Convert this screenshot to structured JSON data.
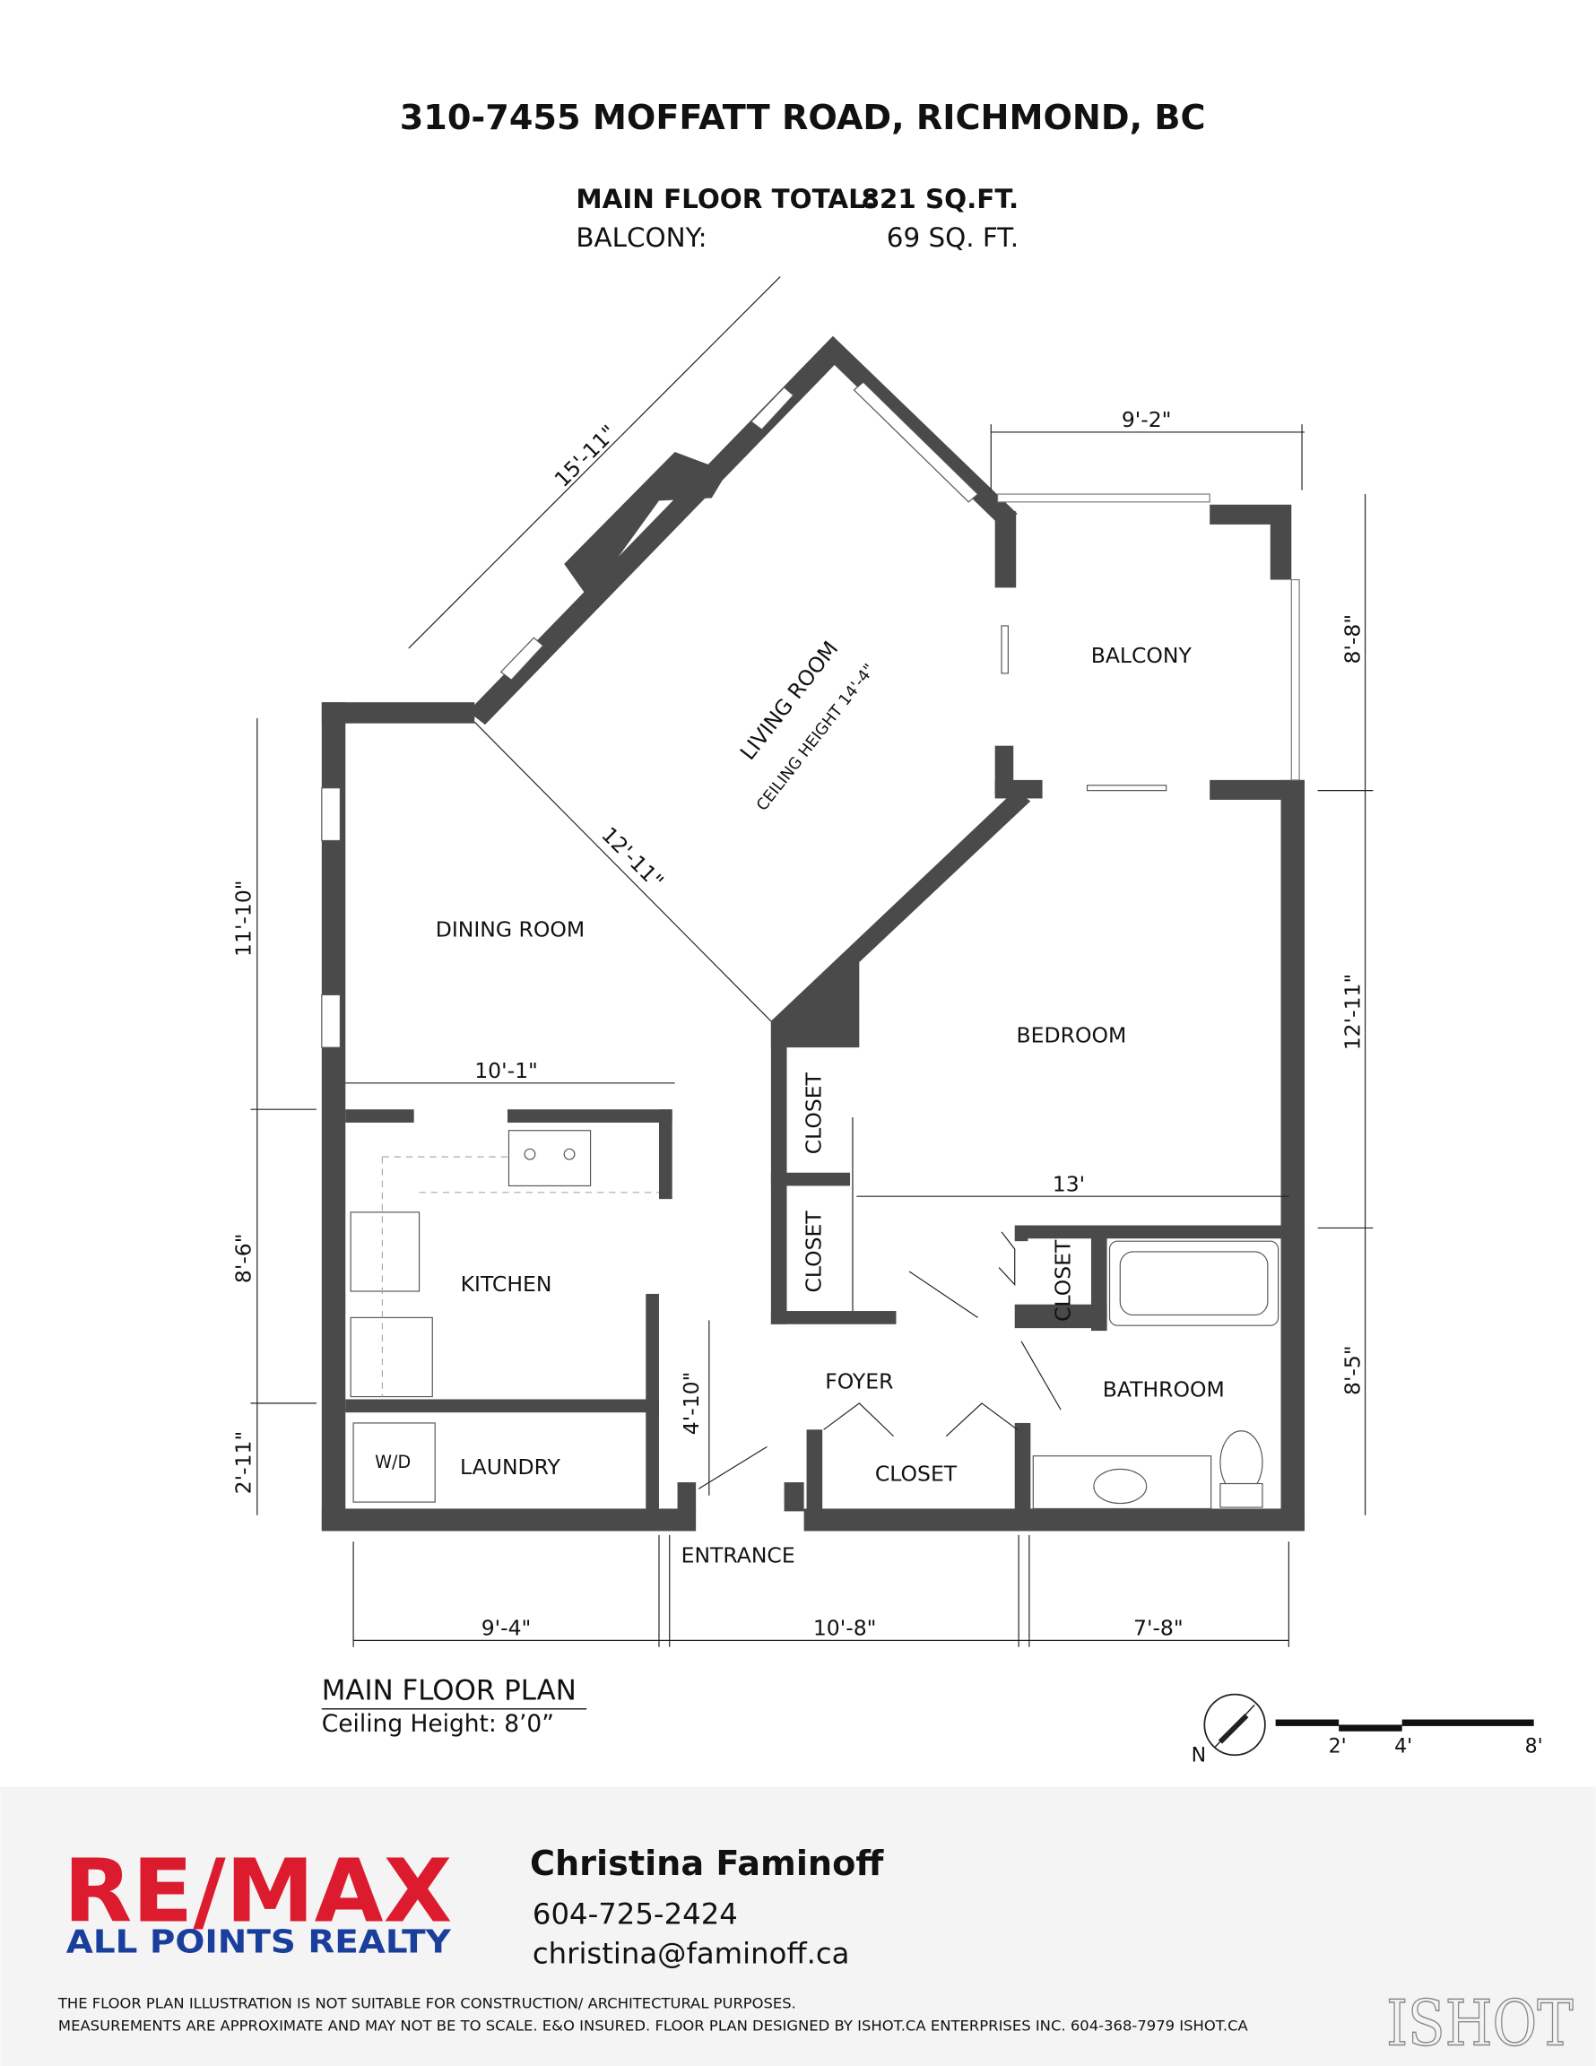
{
  "header": {
    "title": "310-7455 MOFFATT ROAD, RICHMOND, BC",
    "main_floor_label": "MAIN FLOOR TOTAL:",
    "main_floor_value": "821 SQ.FT.",
    "balcony_label": "BALCONY:",
    "balcony_value": "69 SQ. FT."
  },
  "rooms": {
    "living": "LIVING ROOM",
    "living_ceiling": "CEILING HEIGHT 14'-4\"",
    "dining": "DINING ROOM",
    "balcony": "BALCONY",
    "bedroom": "BEDROOM",
    "kitchen": "KITCHEN",
    "laundry": "LAUNDRY",
    "wd": "W/D",
    "closet1": "CLOSET",
    "closet2": "CLOSET",
    "closet3": "CLOSET",
    "closet4": "CLOSET",
    "foyer": "FOYER",
    "bathroom": "BATHROOM",
    "entrance": "ENTRANCE"
  },
  "dimensions": {
    "living_diag": "15'-11\"",
    "dining_diag": "12'-11\"",
    "balcony_width": "9'-2\"",
    "balcony_depth": "8'-8\"",
    "dining_height": "11'-10\"",
    "kitchen_width": "10'-1\"",
    "kitchen_height": "8'-6\"",
    "laundry_height": "2'-11\"",
    "foyer_depth": "4'-10\"",
    "bedroom_width": "13'",
    "bedroom_height": "12'-11\"",
    "bath_height": "8'-5\"",
    "bottom_left": "9'-4\"",
    "bottom_mid": "10'-8\"",
    "bottom_right": "7'-8\""
  },
  "plan_caption": {
    "title": "MAIN FLOOR PLAN",
    "ceiling": "Ceiling Height: 8’0”"
  },
  "legend": {
    "north": "N",
    "scale": [
      "2'",
      "4'",
      "8'"
    ]
  },
  "footer": {
    "brand_line1": "RE/MAX",
    "brand_line2": "ALL POINTS REALTY",
    "agent_name": "Christina Faminoff",
    "phone": "604-725-2424",
    "email": "christina@faminoff.ca",
    "disclaimer1": "THE FLOOR PLAN ILLUSTRATION IS NOT SUITABLE FOR CONSTRUCTION/ ARCHITECTURAL PURPOSES.",
    "disclaimer2": "MEASUREMENTS ARE APPROXIMATE AND MAY NOT BE TO SCALE. E&O INSURED. FLOOR PLAN DESIGNED BY ISHOT.CA ENTERPRISES INC. 604-368-7979  ISHOT.CA",
    "watermark": "ISHOT",
    "colors": {
      "red": "#dc1c2e",
      "blue": "#1a3e9c",
      "wall": "#4a4a4a",
      "footer_bg": "#f4f4f4"
    }
  }
}
